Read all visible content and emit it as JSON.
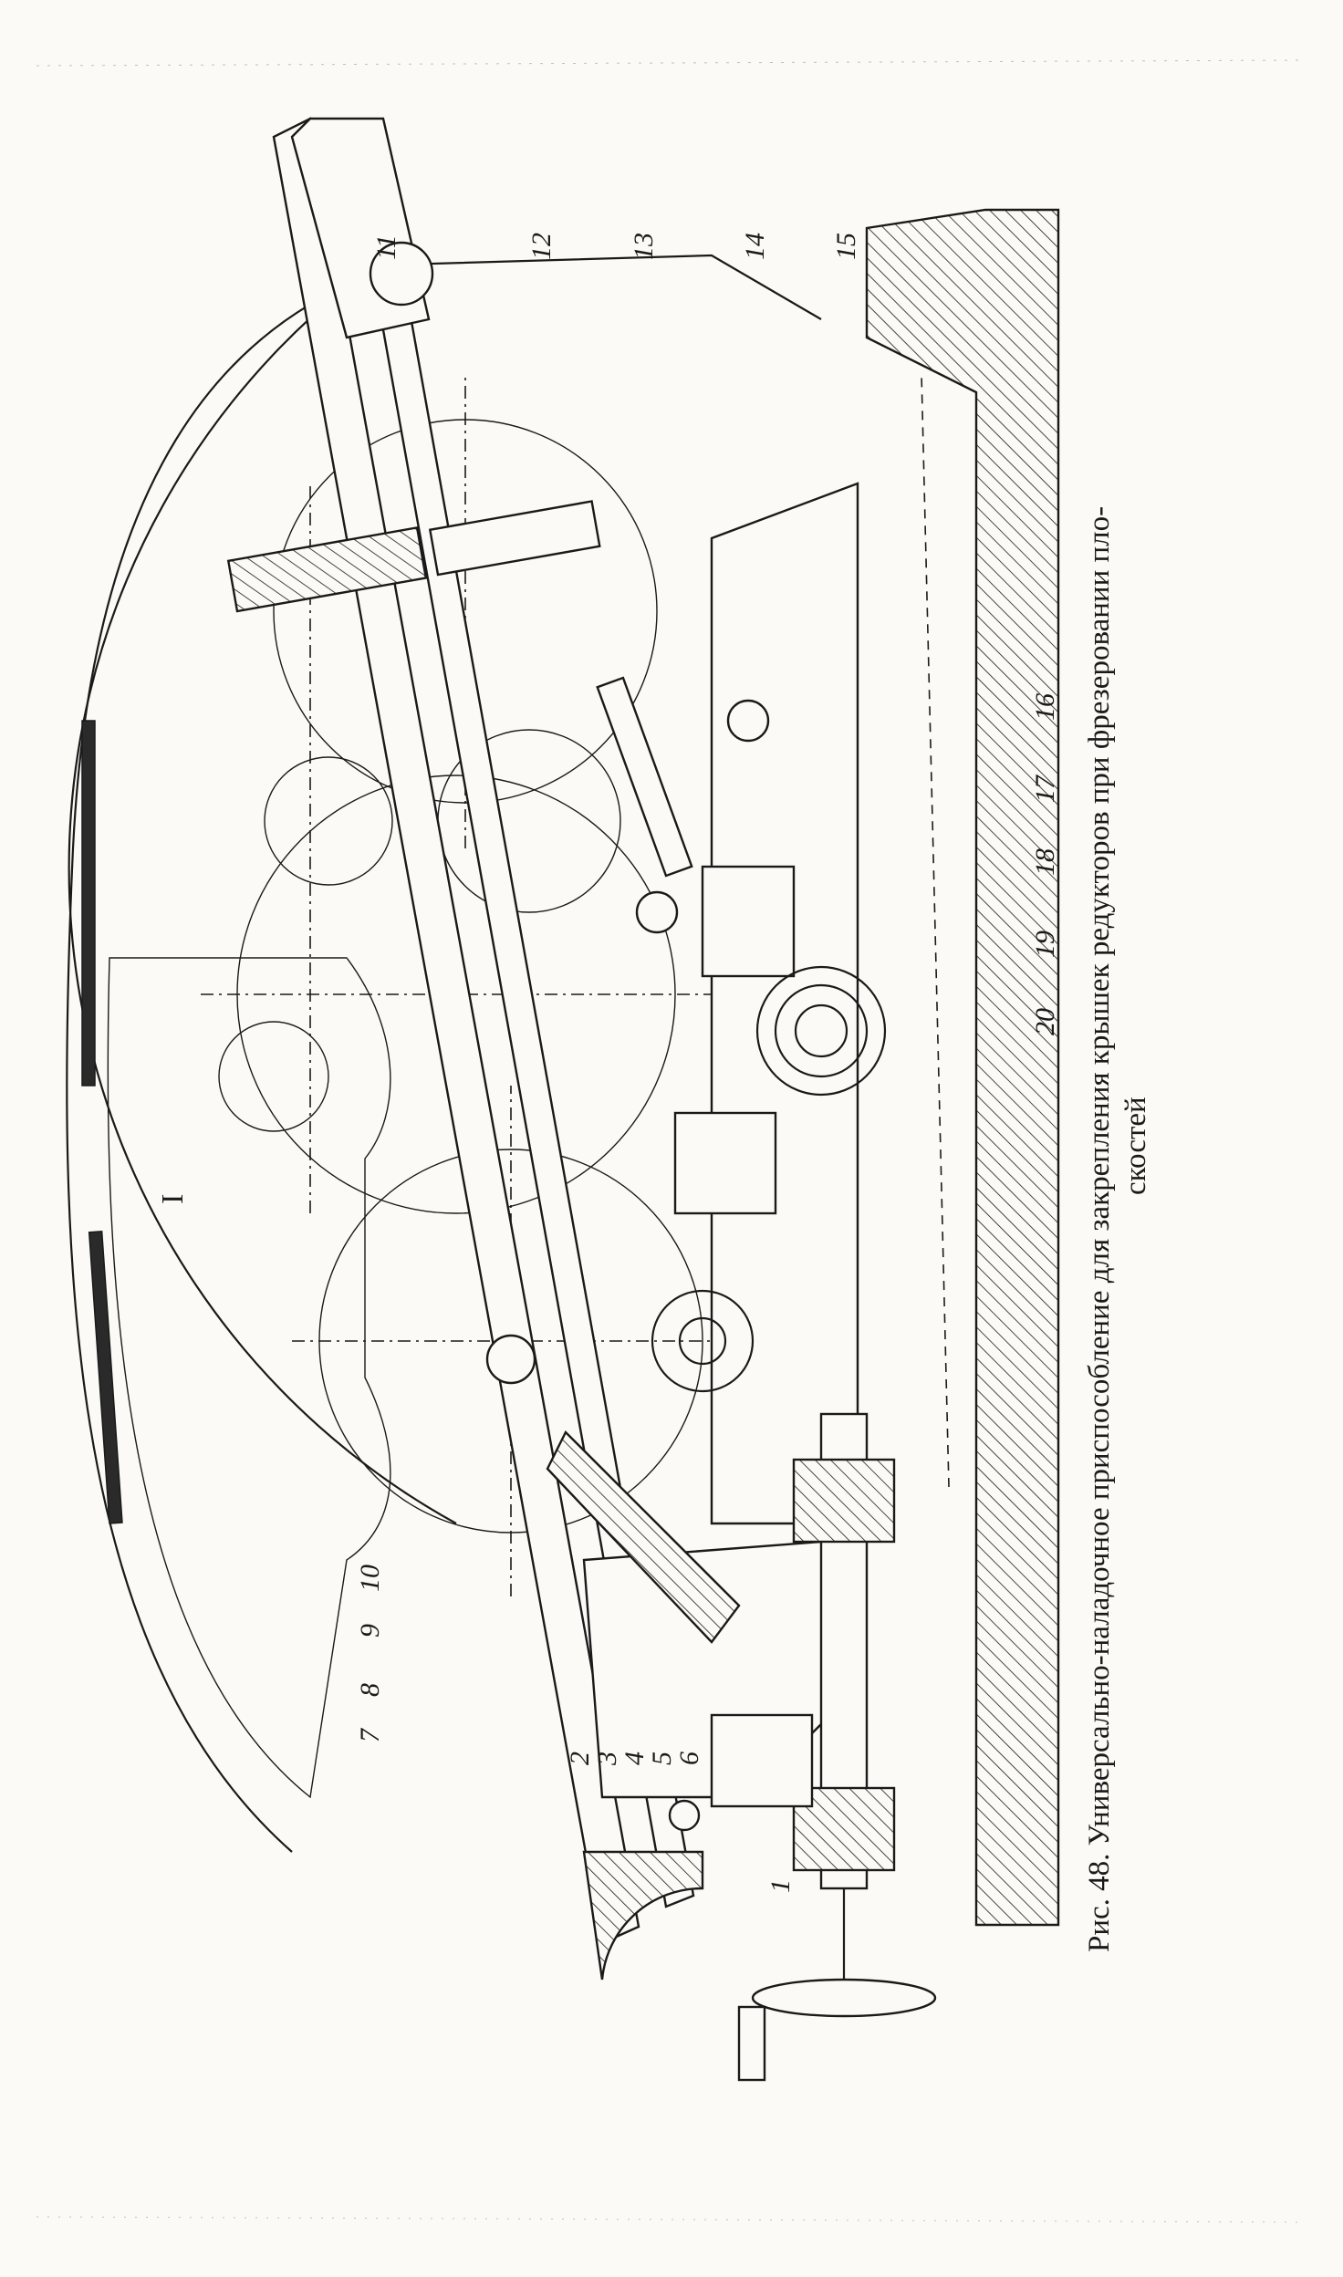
{
  "figure": {
    "part_numbers": [
      "1",
      "2",
      "3",
      "4",
      "5",
      "6",
      "7",
      "8",
      "9",
      "10",
      "11",
      "12",
      "13",
      "14",
      "15",
      "16",
      "17",
      "18",
      "19",
      "20"
    ],
    "marker": "I"
  },
  "caption": {
    "line1": "Рис. 48. Универсально-наладочное приспособление для закрепления крышек редукторов при фрезеровании пло-",
    "line2": "скостей"
  }
}
